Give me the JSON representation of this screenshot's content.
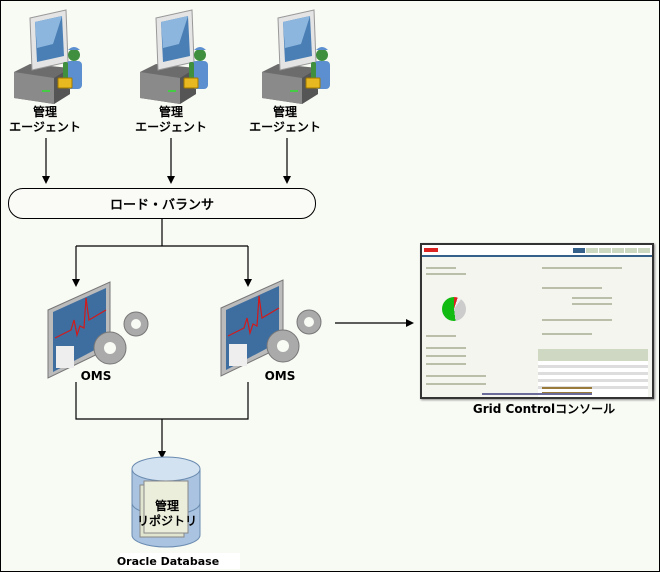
{
  "agents": [
    {
      "line1": "管理",
      "line2": "エージェント"
    },
    {
      "line1": "管理",
      "line2": "エージェント"
    },
    {
      "line1": "管理",
      "line2": "エージェント"
    }
  ],
  "load_balancer": {
    "label": "ロード・バランサ"
  },
  "oms": [
    {
      "label": "OMS"
    },
    {
      "label": "OMS"
    }
  ],
  "repository": {
    "line1": "管理",
    "line2": "リポジトリ",
    "database_label": "Oracle Database"
  },
  "console": {
    "label": "Grid Controlコンソール"
  },
  "colors": {
    "background": "#f8faf4",
    "screen_blue": "#3e6ea0",
    "pulse_red": "#d21a1a",
    "agent_green": "#3f8f3f",
    "agent_blue": "#5b8fd0",
    "toolbox_yellow": "#e8b820"
  }
}
